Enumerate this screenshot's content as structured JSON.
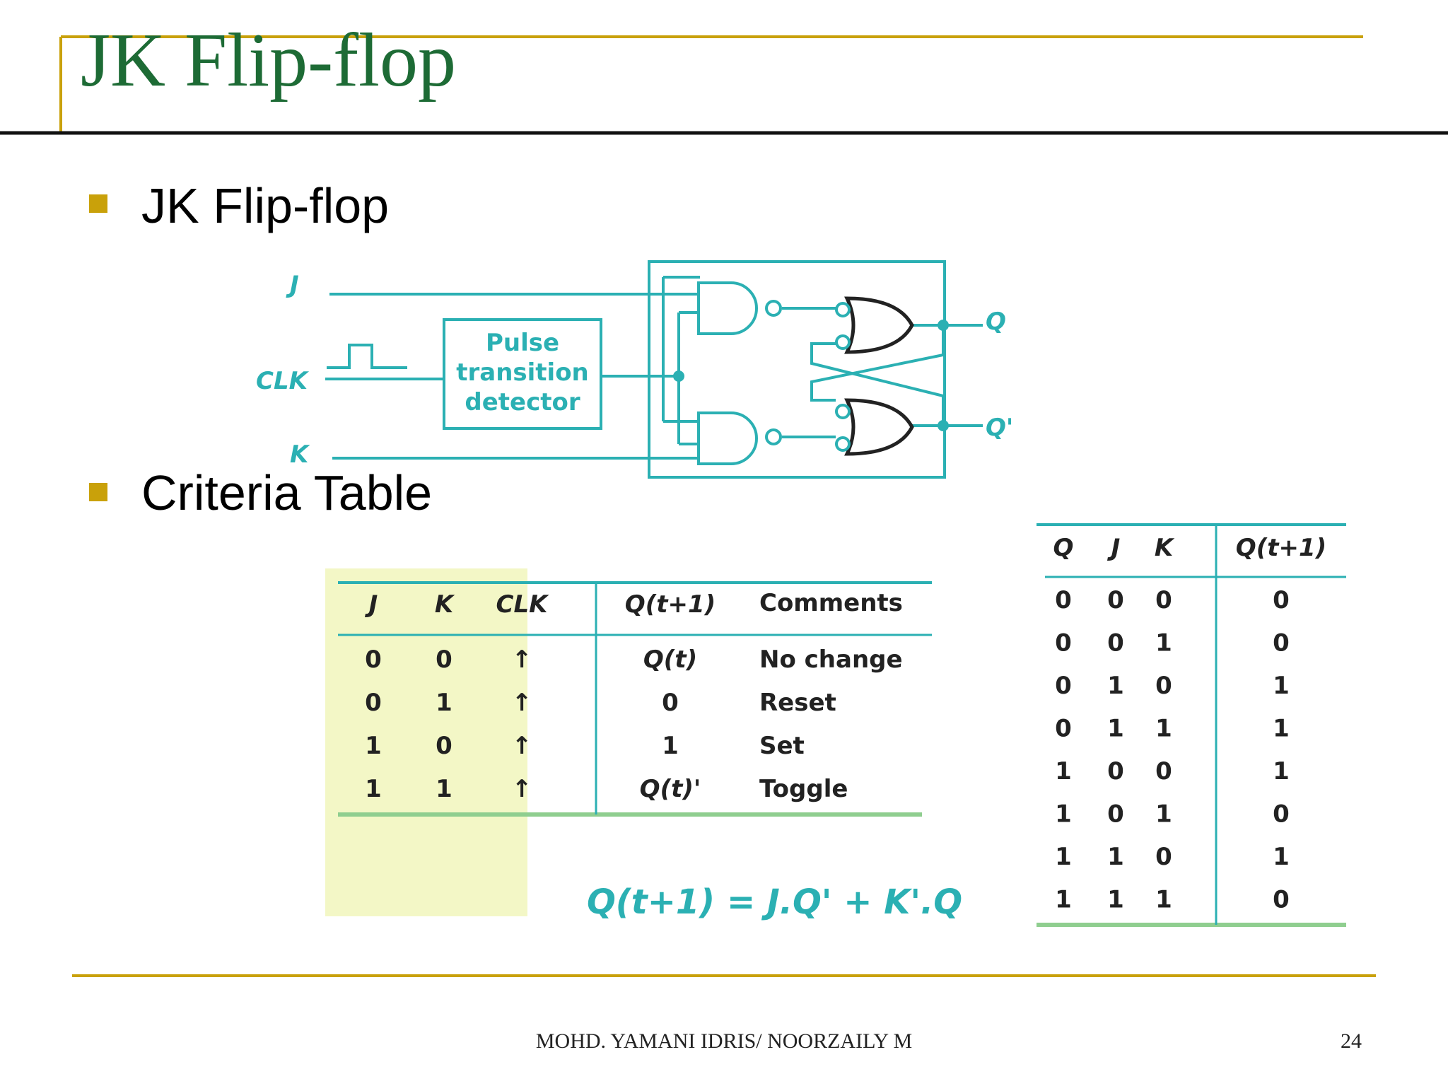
{
  "slide": {
    "title": "JK Flip-flop",
    "bullets": [
      "JK Flip-flop",
      "Criteria Table"
    ],
    "footer": "MOHD. YAMANI IDRIS/ NOORZAILY M",
    "page_number": "24"
  },
  "colors": {
    "title": "#1d6b35",
    "accent_rule": "#c9a10a",
    "diagram_teal": "#2bb0b3",
    "highlight": "#f3f7c6"
  },
  "circuit": {
    "inputs": {
      "j": "J",
      "clk": "CLK",
      "k": "K"
    },
    "outputs": {
      "q": "Q",
      "q_bar": "Q'"
    },
    "detector_lines": [
      "Pulse",
      "transition",
      "detector"
    ]
  },
  "characteristic_table": {
    "headers": [
      "J",
      "K",
      "CLK",
      "Q(t+1)",
      "Comments"
    ],
    "rows": [
      [
        "0",
        "0",
        "↑",
        "Q(t)",
        "No change"
      ],
      [
        "0",
        "1",
        "↑",
        "0",
        "Reset"
      ],
      [
        "1",
        "0",
        "↑",
        "1",
        "Set"
      ],
      [
        "1",
        "1",
        "↑",
        "Q(t)'",
        "Toggle"
      ]
    ],
    "equation": "Q(t+1) = J.Q' + K'.Q"
  },
  "truth_table": {
    "headers": [
      "Q",
      "J",
      "K",
      "Q(t+1)"
    ],
    "rows": [
      [
        "0",
        "0",
        "0",
        "0"
      ],
      [
        "0",
        "0",
        "1",
        "0"
      ],
      [
        "0",
        "1",
        "0",
        "1"
      ],
      [
        "0",
        "1",
        "1",
        "1"
      ],
      [
        "1",
        "0",
        "0",
        "1"
      ],
      [
        "1",
        "0",
        "1",
        "0"
      ],
      [
        "1",
        "1",
        "0",
        "1"
      ],
      [
        "1",
        "1",
        "1",
        "0"
      ]
    ]
  }
}
